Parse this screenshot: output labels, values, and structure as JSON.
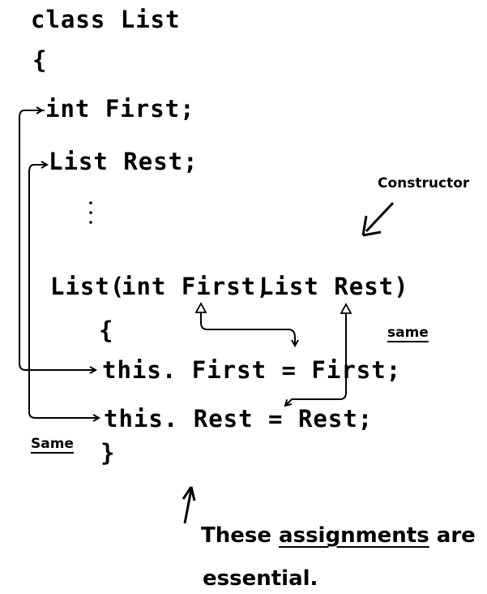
{
  "code": {
    "line1": "class List",
    "open_brace": "{",
    "field_first": "int First;",
    "field_rest": "List Rest;",
    "ellipsis": "⋮",
    "ctor_name": "List(",
    "ctor_param1": "int First,",
    "ctor_param2": "List Rest)",
    "ctor_open_brace": "{",
    "assign_first": "this. First = First;",
    "assign_rest": "this. Rest = Rest;",
    "ctor_close_brace": "}"
  },
  "annotations": {
    "constructor": "Constructor",
    "same_right": "same",
    "same_left": "Same",
    "note_prefix": "These ",
    "note_underlined": "assignments",
    "note_suffix": " are",
    "note_line2": "essential."
  }
}
